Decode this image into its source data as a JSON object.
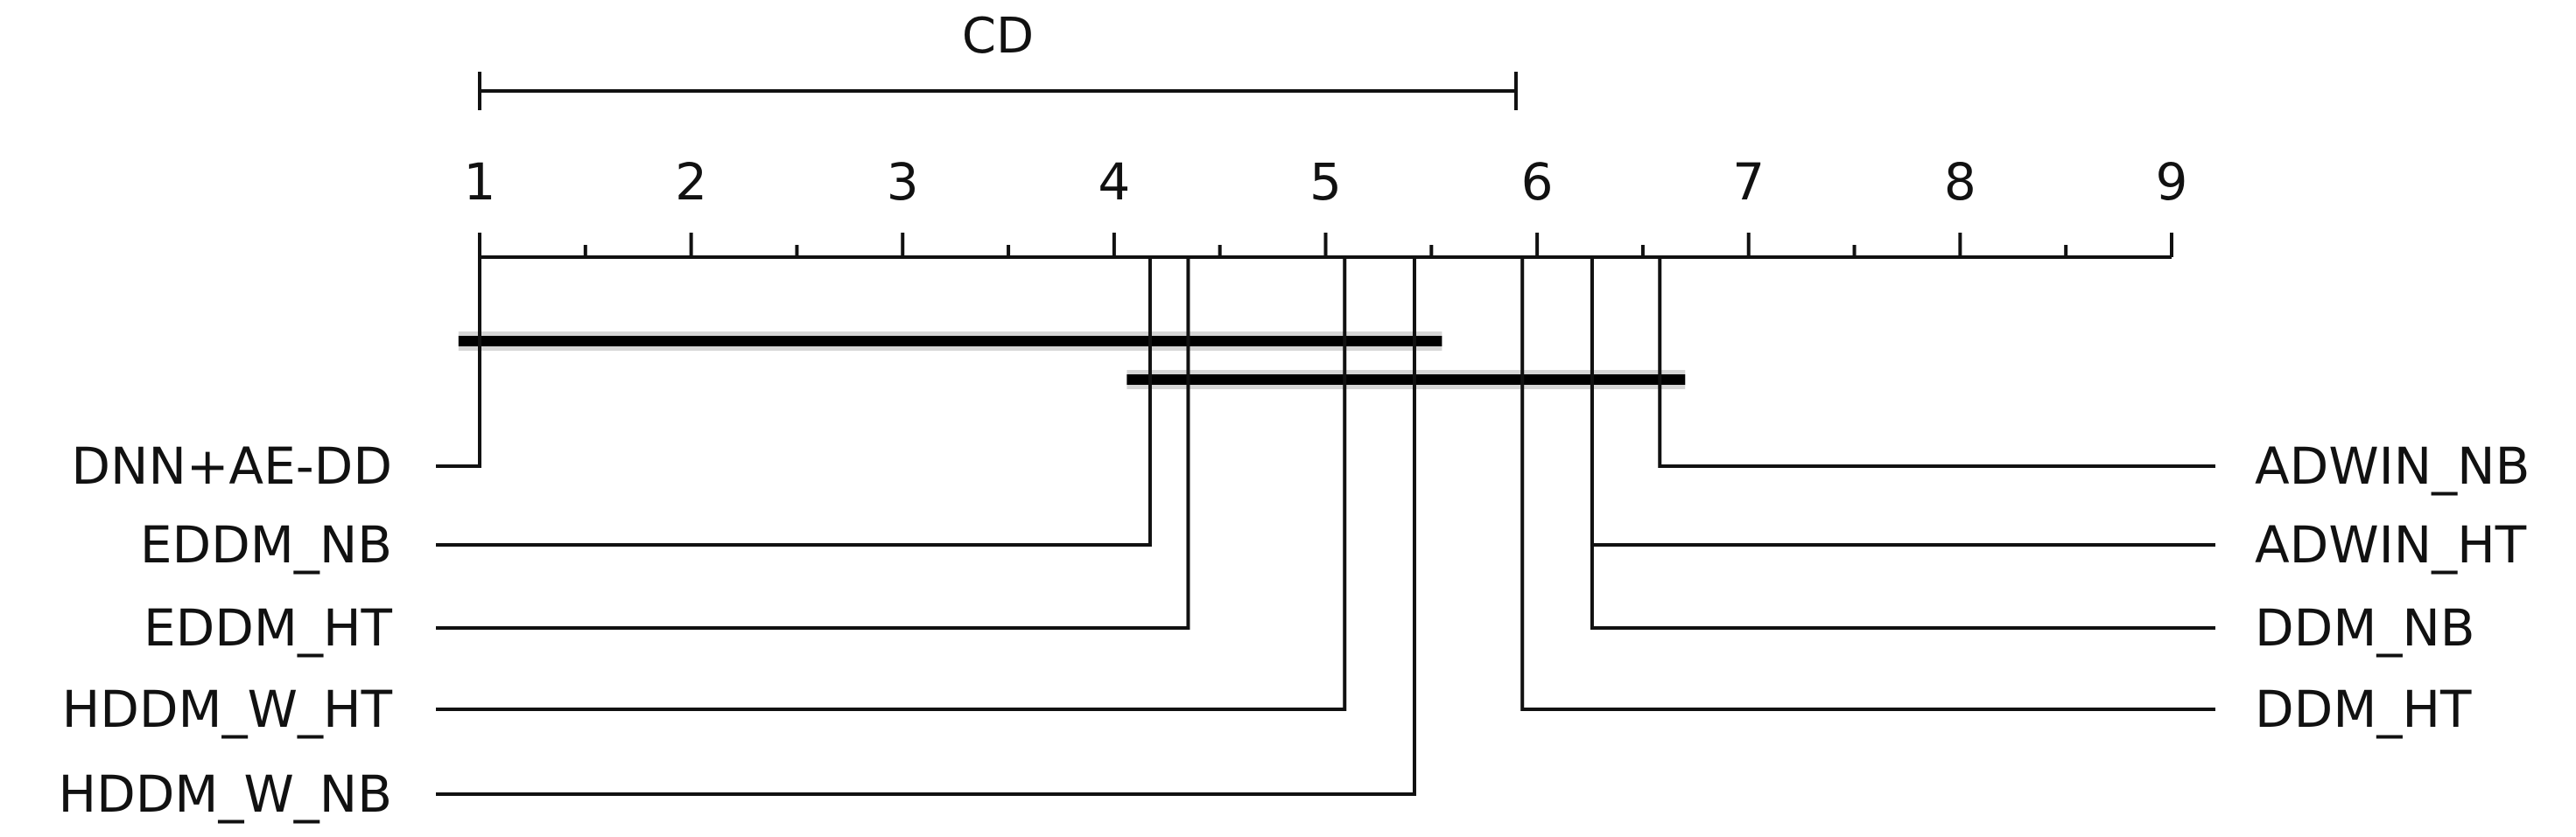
{
  "chart_data": {
    "type": "critical-difference",
    "axis": {
      "min": 1,
      "max": 9,
      "ticks": [
        "1",
        "2",
        "3",
        "4",
        "5",
        "6",
        "7",
        "8",
        "9"
      ],
      "minor_step": 0.5
    },
    "cd": {
      "label": "CD",
      "start": 1,
      "end": 5.9
    },
    "methods_left": [
      {
        "name": "DNN+AE-DD",
        "rank": 1.0
      },
      {
        "name": "EDDM_NB",
        "rank": 4.17
      },
      {
        "name": "EDDM_HT",
        "rank": 4.35
      },
      {
        "name": "HDDM_W_HT",
        "rank": 5.09
      },
      {
        "name": "HDDM_W_NB",
        "rank": 5.42
      }
    ],
    "methods_right": [
      {
        "name": "ADWIN_NB",
        "rank": 6.58
      },
      {
        "name": "ADWIN_HT",
        "rank": 6.26
      },
      {
        "name": "DDM_NB",
        "rank": 6.26
      },
      {
        "name": "DDM_HT",
        "rank": 5.93
      }
    ],
    "cliques": [
      {
        "start": 0.9,
        "end": 5.55
      },
      {
        "start": 4.06,
        "end": 6.7
      }
    ]
  }
}
